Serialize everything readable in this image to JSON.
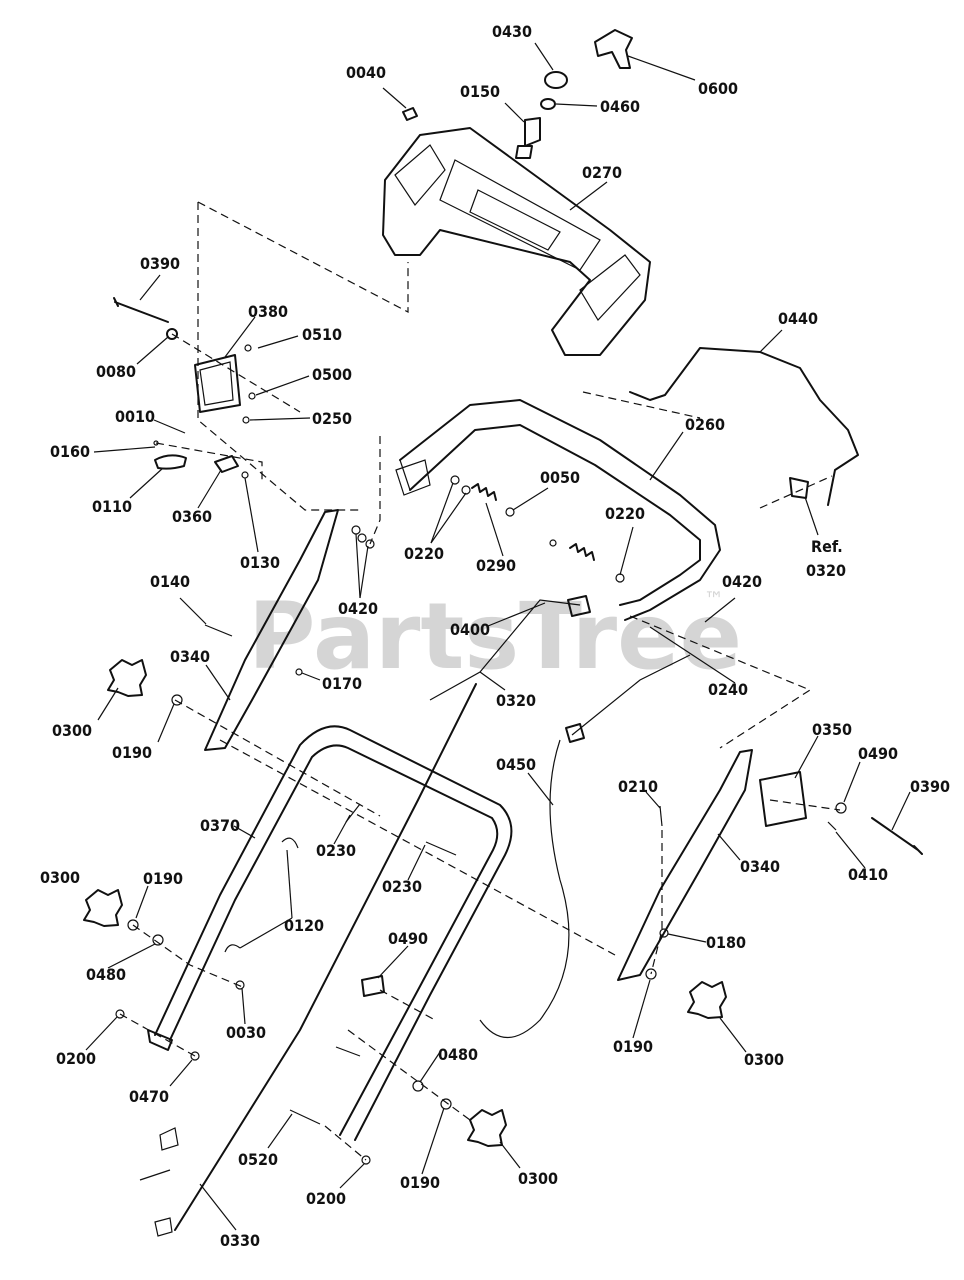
{
  "watermark": {
    "text": "PartsTree",
    "trademark": "™"
  },
  "labels": [
    {
      "id": "l0040",
      "text": "0040"
    },
    {
      "id": "l0430",
      "text": "0430"
    },
    {
      "id": "l0600",
      "text": "0600"
    },
    {
      "id": "l0150",
      "text": "0150"
    },
    {
      "id": "l0460",
      "text": "0460"
    },
    {
      "id": "l0270",
      "text": "0270"
    },
    {
      "id": "l0390a",
      "text": "0390"
    },
    {
      "id": "l0380",
      "text": "0380"
    },
    {
      "id": "l0510",
      "text": "0510"
    },
    {
      "id": "l0080",
      "text": "0080"
    },
    {
      "id": "l0500",
      "text": "0500"
    },
    {
      "id": "l0250",
      "text": "0250"
    },
    {
      "id": "l0440",
      "text": "0440"
    },
    {
      "id": "l0010",
      "text": "0010"
    },
    {
      "id": "l0160",
      "text": "0160"
    },
    {
      "id": "l0110",
      "text": "0110"
    },
    {
      "id": "l0360",
      "text": "0360"
    },
    {
      "id": "l0130",
      "text": "0130"
    },
    {
      "id": "l0260",
      "text": "0260"
    },
    {
      "id": "l0050",
      "text": "0050"
    },
    {
      "id": "l0220a",
      "text": "0220"
    },
    {
      "id": "l0290",
      "text": "0290"
    },
    {
      "id": "l0220b",
      "text": "0220"
    },
    {
      "id": "lref",
      "text": "Ref."
    },
    {
      "id": "l0320b",
      "text": "0320"
    },
    {
      "id": "l0420a",
      "text": "0420"
    },
    {
      "id": "l0420b",
      "text": "0420"
    },
    {
      "id": "l0140",
      "text": "0140"
    },
    {
      "id": "l0340a",
      "text": "0340"
    },
    {
      "id": "l0400",
      "text": "0400"
    },
    {
      "id": "l0240",
      "text": "0240"
    },
    {
      "id": "l0170",
      "text": "0170"
    },
    {
      "id": "l0300a",
      "text": "0300"
    },
    {
      "id": "l0320a",
      "text": "0320"
    },
    {
      "id": "l0190a",
      "text": "0190"
    },
    {
      "id": "l0350",
      "text": "0350"
    },
    {
      "id": "l0490a",
      "text": "0490"
    },
    {
      "id": "l0390b",
      "text": "0390"
    },
    {
      "id": "l0450",
      "text": "0450"
    },
    {
      "id": "l0210",
      "text": "0210"
    },
    {
      "id": "l0370",
      "text": "0370"
    },
    {
      "id": "l0230a",
      "text": "0230"
    },
    {
      "id": "l0340b",
      "text": "0340"
    },
    {
      "id": "l0410",
      "text": "0410"
    },
    {
      "id": "l0300b",
      "text": "0300"
    },
    {
      "id": "l0190b",
      "text": "0190"
    },
    {
      "id": "l0230b",
      "text": "0230"
    },
    {
      "id": "l0120",
      "text": "0120"
    },
    {
      "id": "l0180",
      "text": "0180"
    },
    {
      "id": "l0490b",
      "text": "0490"
    },
    {
      "id": "l0480a",
      "text": "0480"
    },
    {
      "id": "l0030",
      "text": "0030"
    },
    {
      "id": "l0190c",
      "text": "0190"
    },
    {
      "id": "l0300c",
      "text": "0300"
    },
    {
      "id": "l0200a",
      "text": "0200"
    },
    {
      "id": "l0470",
      "text": "0470"
    },
    {
      "id": "l0480b",
      "text": "0480"
    },
    {
      "id": "l0520",
      "text": "0520"
    },
    {
      "id": "l0190d",
      "text": "0190"
    },
    {
      "id": "l0300d",
      "text": "0300"
    },
    {
      "id": "l0200b",
      "text": "0200"
    },
    {
      "id": "l0330",
      "text": "0330"
    }
  ]
}
